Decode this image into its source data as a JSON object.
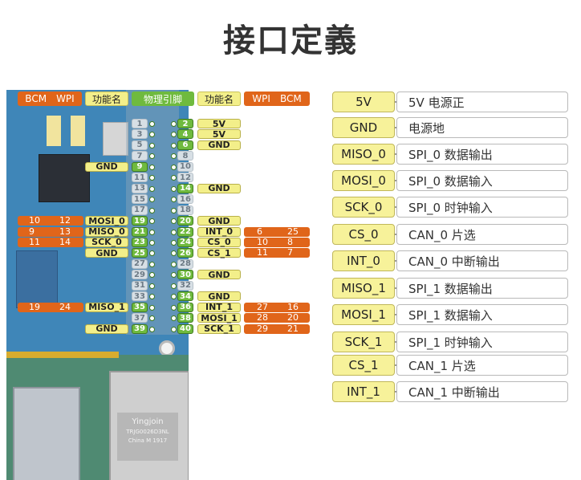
{
  "title": "接口定義",
  "header": {
    "left_bcm": "BCM",
    "left_wpi": "WPI",
    "left_func": "功能名",
    "center": "物理引脚",
    "right_func": "功能名",
    "right_wpi": "WPI",
    "right_bcm": "BCM"
  },
  "pins": [
    {
      "l": "1",
      "r": "2",
      "lf": "",
      "rf": "5V",
      "lw": "",
      "lb": "",
      "rw": "",
      "rb": "",
      "la": false,
      "ra": true
    },
    {
      "l": "3",
      "r": "4",
      "lf": "",
      "rf": "5V",
      "lw": "",
      "lb": "",
      "rw": "",
      "rb": "",
      "la": false,
      "ra": true
    },
    {
      "l": "5",
      "r": "6",
      "lf": "",
      "rf": "GND",
      "lw": "",
      "lb": "",
      "rw": "",
      "rb": "",
      "la": false,
      "ra": true
    },
    {
      "l": "7",
      "r": "8",
      "lf": "",
      "rf": "",
      "lw": "",
      "lb": "",
      "rw": "",
      "rb": "",
      "la": false,
      "ra": false
    },
    {
      "l": "9",
      "r": "10",
      "lf": "GND",
      "rf": "",
      "lw": "",
      "lb": "",
      "rw": "",
      "rb": "",
      "la": true,
      "ra": false
    },
    {
      "l": "11",
      "r": "12",
      "lf": "",
      "rf": "",
      "lw": "",
      "lb": "",
      "rw": "",
      "rb": "",
      "la": false,
      "ra": false
    },
    {
      "l": "13",
      "r": "14",
      "lf": "",
      "rf": "GND",
      "lw": "",
      "lb": "",
      "rw": "",
      "rb": "",
      "la": false,
      "ra": true
    },
    {
      "l": "15",
      "r": "16",
      "lf": "",
      "rf": "",
      "lw": "",
      "lb": "",
      "rw": "",
      "rb": "",
      "la": false,
      "ra": false
    },
    {
      "l": "17",
      "r": "18",
      "lf": "",
      "rf": "",
      "lw": "",
      "lb": "",
      "rw": "",
      "rb": "",
      "la": false,
      "ra": false
    },
    {
      "l": "19",
      "r": "20",
      "lf": "MOSI_0",
      "rf": "GND",
      "lw": "12",
      "lb": "10",
      "rw": "",
      "rb": "",
      "la": true,
      "ra": true
    },
    {
      "l": "21",
      "r": "22",
      "lf": "MISO_0",
      "rf": "INT_0",
      "lw": "13",
      "lb": "9",
      "rw": "6",
      "rb": "25",
      "la": true,
      "ra": true
    },
    {
      "l": "23",
      "r": "24",
      "lf": "SCK_0",
      "rf": "CS_0",
      "lw": "14",
      "lb": "11",
      "rw": "10",
      "rb": "8",
      "la": true,
      "ra": true
    },
    {
      "l": "25",
      "r": "26",
      "lf": "GND",
      "rf": "CS_1",
      "lw": "",
      "lb": "",
      "rw": "11",
      "rb": "7",
      "la": true,
      "ra": true
    },
    {
      "l": "27",
      "r": "28",
      "lf": "",
      "rf": "",
      "lw": "",
      "lb": "",
      "rw": "",
      "rb": "",
      "la": false,
      "ra": false
    },
    {
      "l": "29",
      "r": "30",
      "lf": "",
      "rf": "GND",
      "lw": "",
      "lb": "",
      "rw": "",
      "rb": "",
      "la": false,
      "ra": true
    },
    {
      "l": "31",
      "r": "32",
      "lf": "",
      "rf": "",
      "lw": "",
      "lb": "",
      "rw": "",
      "rb": "",
      "la": false,
      "ra": false
    },
    {
      "l": "33",
      "r": "34",
      "lf": "",
      "rf": "GND",
      "lw": "",
      "lb": "",
      "rw": "",
      "rb": "",
      "la": false,
      "ra": true
    },
    {
      "l": "35",
      "r": "36",
      "lf": "MISO_1",
      "rf": "INT_1",
      "lw": "24",
      "lb": "19",
      "rw": "27",
      "rb": "16",
      "la": true,
      "ra": true
    },
    {
      "l": "37",
      "r": "38",
      "lf": "",
      "rf": "MOSI_1",
      "lw": "",
      "lb": "",
      "rw": "28",
      "rb": "20",
      "la": false,
      "ra": true
    },
    {
      "l": "39",
      "r": "40",
      "lf": "GND",
      "rf": "SCK_1",
      "lw": "",
      "lb": "",
      "rw": "29",
      "rb": "21",
      "la": true,
      "ra": true
    }
  ],
  "legend": [
    {
      "key": "5V",
      "desc": "5V 电源正"
    },
    {
      "key": "GND",
      "desc": "电源地"
    },
    {
      "key": "MISO_0",
      "desc": "SPI_0 数据输出"
    },
    {
      "key": "MOSI_0",
      "desc": "SPI_0 数据输入"
    },
    {
      "key": "SCK_0",
      "desc": "SPI_0 时钟输入"
    },
    {
      "key": "CS_0",
      "desc": "CAN_0 片选"
    },
    {
      "key": "INT_0",
      "desc": "CAN_0 中断输出"
    },
    {
      "key": "MISO_1",
      "desc": "SPI_1 数据输出"
    },
    {
      "key": "MOSI_1",
      "desc": "SPI_1 数据输入"
    },
    {
      "key": "SCK_1",
      "desc": "SPI_1 时钟输入"
    },
    {
      "key": "CS_1",
      "desc": "CAN_1 片选"
    },
    {
      "key": "INT_1",
      "desc": "CAN_1 中断输出"
    }
  ],
  "board_print": [
    "Yingjoin",
    "TRJG0026D3NL",
    "China M 1917"
  ]
}
